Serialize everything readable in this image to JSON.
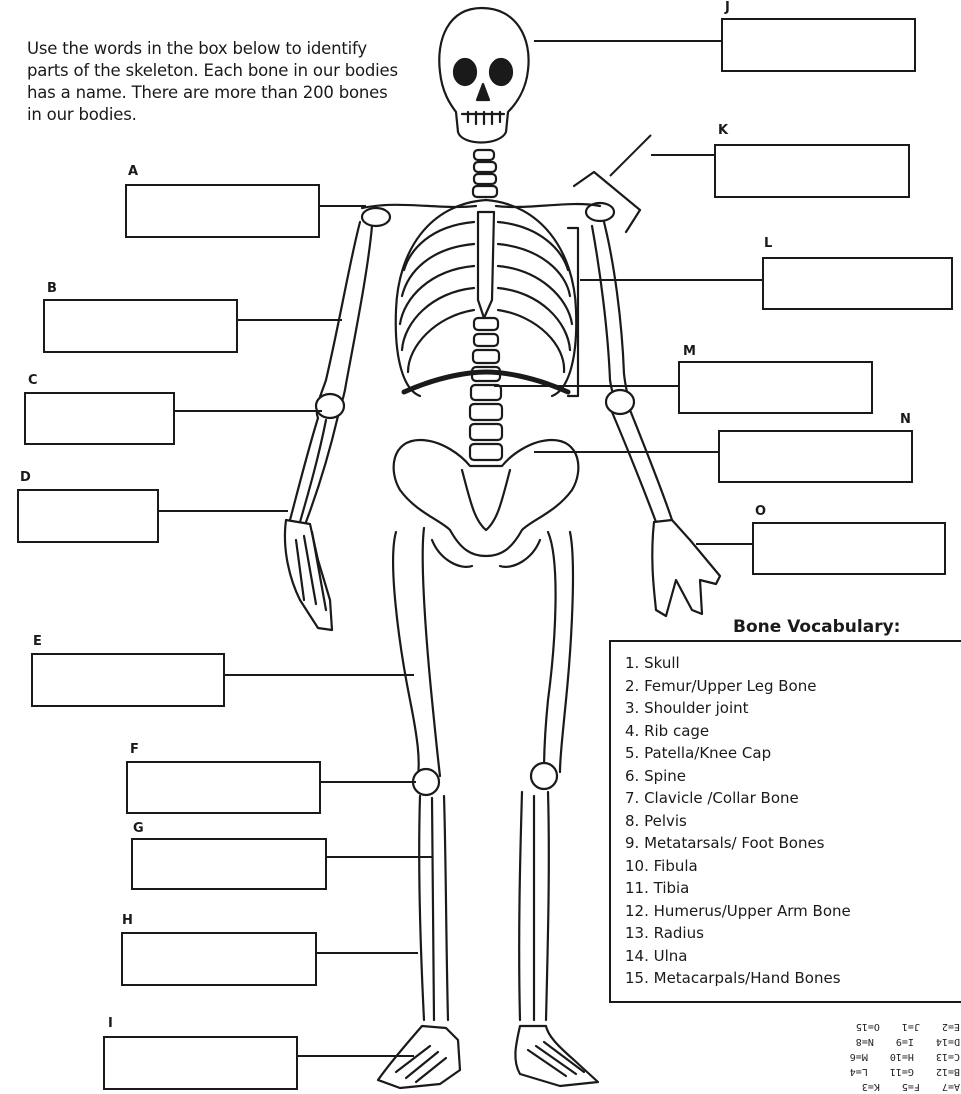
{
  "instructions": {
    "line1": "Use the words in the box below to identify",
    "line2": "parts of the skeleton. Each bone in our bodies",
    "line3": "has a name. There are more than 200 bones",
    "line4": "in our bodies."
  },
  "labels": {
    "A": "A",
    "B": "B",
    "C": "C",
    "D": "D",
    "E": "E",
    "F": "F",
    "G": "G",
    "H": "H",
    "I": "I",
    "J": "J",
    "K": "K",
    "L": "L",
    "M": "M",
    "N": "N",
    "O": "O"
  },
  "vocabulary": {
    "title": "Bone Vocabulary:",
    "items": [
      "1. Skull",
      "2. Femur/Upper Leg Bone",
      "3. Shoulder joint",
      "4. Rib cage",
      "5. Patella/Knee Cap",
      "6. Spine",
      "7. Clavicle /Collar Bone",
      "8. Pelvis",
      "9. Metatarsals/ Foot Bones",
      "10. Fibula",
      "11. Tibia",
      "12. Humerus/Upper Arm Bone",
      "13. Radius",
      "14. Ulna",
      "15. Metacarpals/Hand Bones"
    ]
  },
  "answer_key": {
    "row1": [
      "A=7",
      "F=5",
      "K=3"
    ],
    "row2": [
      "B=12",
      "G=11",
      "L=4"
    ],
    "row3": [
      "C=13",
      "H=10",
      "M=6"
    ],
    "row4": [
      "D=14",
      "I=9",
      "N=8"
    ],
    "row5": [
      "E=2",
      "J=1",
      "O=15"
    ]
  }
}
